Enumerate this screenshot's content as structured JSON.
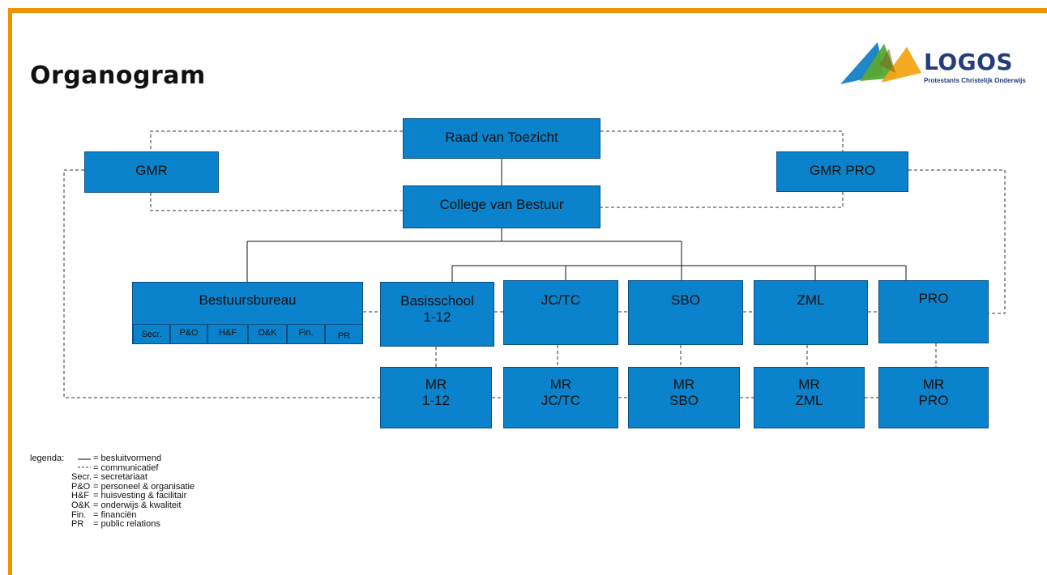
{
  "title": "Organogram",
  "logo": {
    "word": "LOGOS",
    "tagline": "Protestants Christelijk Onderwijs"
  },
  "boxes": {
    "rvt": "Raad van Toezicht",
    "cvb": "College van Bestuur",
    "gmr": "GMR",
    "gmr_pro": "GMR PRO",
    "bestuursbureau": "Bestuursbureau",
    "basisschool": [
      "Basisschool",
      "1-12"
    ],
    "jctc": "JC/TC",
    "sbo": "SBO",
    "zml": "ZML",
    "pro": "PRO",
    "mr_112": [
      "MR",
      "1-12"
    ],
    "mr_jctc": [
      "MR",
      "JC/TC"
    ],
    "mr_sbo": [
      "MR",
      "SBO"
    ],
    "mr_zml": [
      "MR",
      "ZML"
    ],
    "mr_pro": [
      "MR",
      "PRO"
    ]
  },
  "departments": [
    "Secr.",
    "P&O",
    "H&F",
    "O&K",
    "Fin.",
    "PR"
  ],
  "legend": {
    "label": "legenda:",
    "items": [
      {
        "key": "",
        "value": "= besluitvormend"
      },
      {
        "key": "",
        "value": "= communicatief"
      },
      {
        "key": "Secr.",
        "value": "= secretariaat"
      },
      {
        "key": "P&O",
        "value": "= personeel & organisatie"
      },
      {
        "key": "H&F",
        "value": "= huisvesting & facilitair"
      },
      {
        "key": "O&K",
        "value": "= onderwijs & kwaliteit"
      },
      {
        "key": "Fin.",
        "value": "= financiën"
      },
      {
        "key": "PR",
        "value": "= public relations"
      }
    ]
  },
  "colors": {
    "accent_frame": "#f39200",
    "box_fill": "#0a82cc",
    "box_border": "#0b4f84",
    "logo_text": "#243c7a"
  }
}
